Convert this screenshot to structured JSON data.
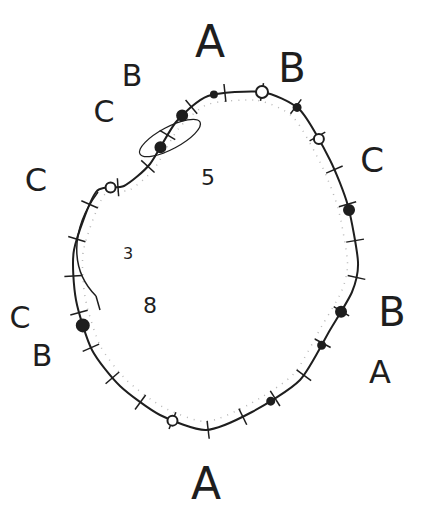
{
  "diagram": {
    "labels": [
      "A",
      "B",
      "C",
      "B",
      "A",
      "A",
      "C",
      "B",
      "C",
      "C",
      "B",
      "5",
      "3",
      "8"
    ]
  }
}
